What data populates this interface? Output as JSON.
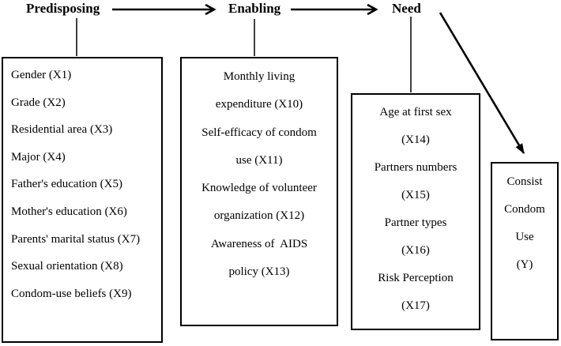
{
  "headers": {
    "predisposing": "Predisposing",
    "enabling": "Enabling",
    "need": "Need"
  },
  "boxes": {
    "predisposing": {
      "lines": [
        "Gender (X1)",
        "Grade (X2)",
        "Residential area (X3)",
        "Major (X4)",
        "Father's education (X5)",
        "Mother's education (X6)",
        "Parents' marital status (X7)",
        "Sexual orientation (X8)",
        "Condom-use beliefs (X9)"
      ]
    },
    "enabling": {
      "lines": [
        "Monthly living",
        "expenditure (X10)",
        "Self-efficacy of condom",
        "use (X11)",
        "Knowledge of volunteer",
        "organization (X12)",
        "Awareness of  AIDS",
        "policy (X13)"
      ]
    },
    "need": {
      "lines": [
        "Age at first sex",
        "(X14)",
        "Partners numbers",
        "(X15)",
        "Partner types",
        "(X16)",
        "Risk Perception",
        "(X17)"
      ]
    },
    "outcome": {
      "lines": [
        "Consist",
        "Condom",
        "Use",
        "(Y)"
      ]
    }
  },
  "colors": {
    "line": "#000000",
    "border": "#000000",
    "text": "#000000",
    "background": "#ffffff"
  }
}
